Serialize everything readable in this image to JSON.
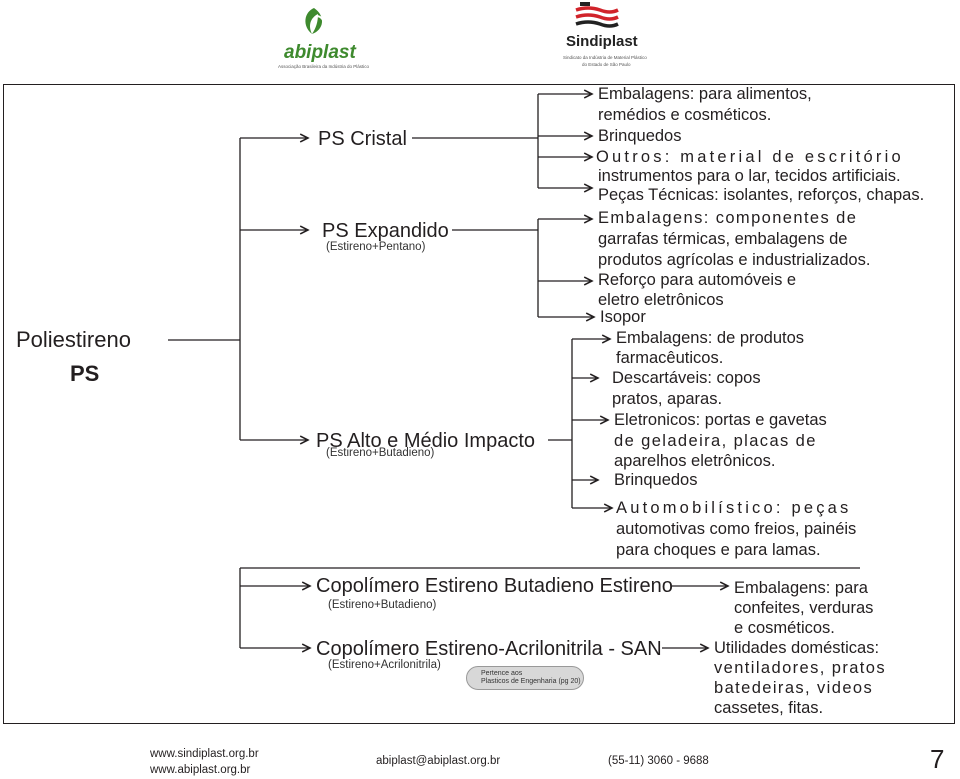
{
  "logos": {
    "abiplast": {
      "name": "abiplast",
      "tagline": "Associação Brasileira da Indústria do Plástico"
    },
    "sindiplast": {
      "name": "Sindiplast",
      "tagline_1": "Sindicato da Indústria de Material Plástico",
      "tagline_2": "do Estado de São Paulo"
    }
  },
  "root": {
    "line1": "Poliestireno",
    "line2": "PS"
  },
  "types": {
    "cristal": {
      "label": "PS Cristal"
    },
    "expandido": {
      "label": "PS Expandido",
      "sub": "(Estireno+Pentano)"
    },
    "alto_impacto": {
      "label": "PS Alto e Médio Impacto",
      "sub": "(Estireno+Butadieno)"
    }
  },
  "cristal_uses": [
    "Embalagens: para alimentos,",
    "remédios e cosméticos.",
    "Brinquedos",
    "Outros: material de escritório",
    "instrumentos para o lar, tecidos artificiais.",
    "Peças Técnicas: isolantes, reforços, chapas."
  ],
  "expandido_uses": [
    "Embalagens: componentes de",
    "garrafas térmicas, embalagens de",
    "produtos agrícolas e industrializados.",
    "Reforço para automóveis e",
    "eletro eletrônicos",
    "Isopor"
  ],
  "impacto_uses": [
    "Embalagens: de produtos",
    "farmacêuticos.",
    "Descartáveis: copos",
    "pratos, aparas.",
    "Eletronicos: portas e gavetas",
    "de geladeira, placas de",
    "aparelhos eletrônicos.",
    "Brinquedos",
    "Automobilístico: peças",
    "automotivas como freios, painéis",
    "para choques e para lamas."
  ],
  "copolymers": {
    "sb": {
      "label": "Copolímero Estireno Butadieno Estireno",
      "sub": "(Estireno+Butadieno)"
    },
    "san": {
      "label": "Copolímero Estireno-Acrilonitrila - SAN",
      "sub": "(Estireno+Acrilonitrila)"
    },
    "note_1": "Pertence aos",
    "note_2": "Plasticos de Engenharia (pg 20)"
  },
  "copolymer_uses": [
    "Embalagens: para",
    "confeites, verduras",
    "e cosméticos.",
    "Utilidades domésticas:",
    "ventiladores, pratos",
    "batedeiras, videos",
    "cassetes, fitas."
  ],
  "footer": {
    "site_1": "www.sindiplast.org.br",
    "site_2": "www.abiplast.org.br",
    "email": "abiplast@abiplast.org.br",
    "phone": "(55-11) 3060 - 9688",
    "page": "7"
  },
  "colors": {
    "logo_green": "#3e8a2e",
    "logo_red": "#d1232a",
    "ink": "#231f20"
  }
}
